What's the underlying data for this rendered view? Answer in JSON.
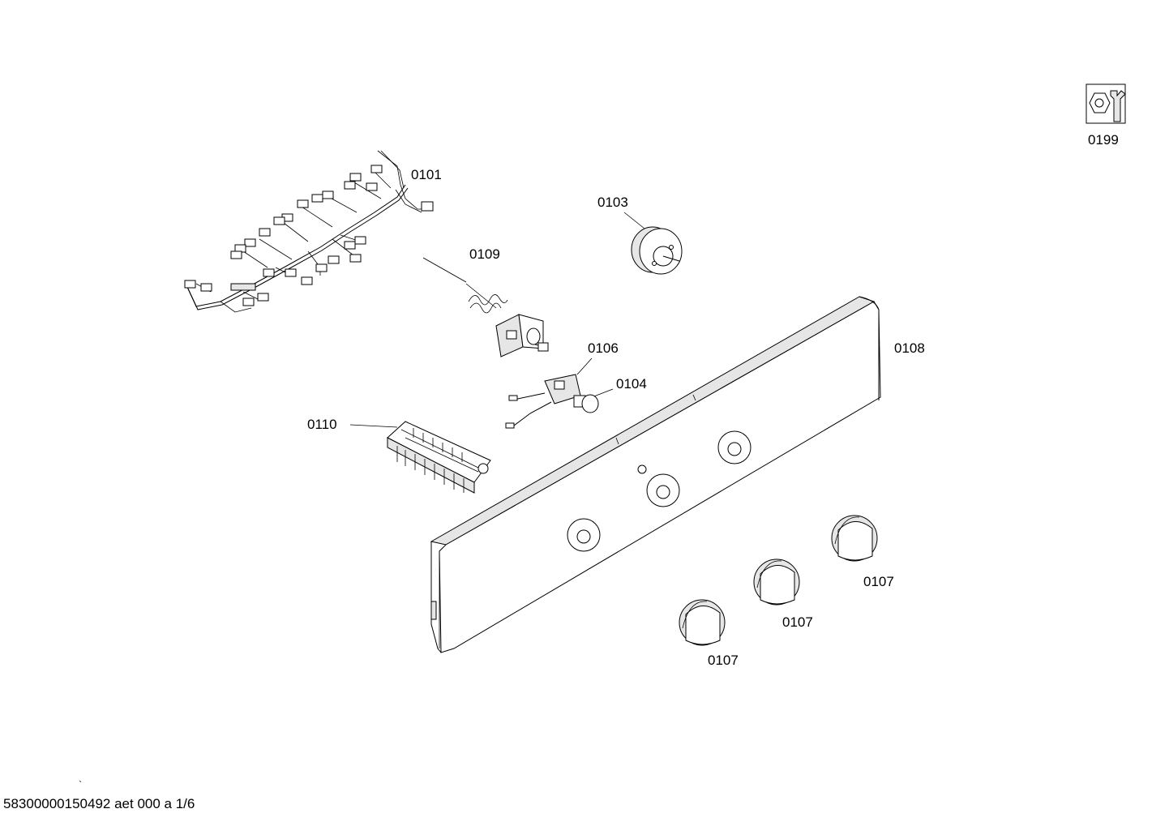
{
  "parts": {
    "p0101": "0101",
    "p0103": "0103",
    "p0104": "0104",
    "p0106": "0106",
    "p0107a": "0107",
    "p0107b": "0107",
    "p0107c": "0107",
    "p0108": "0108",
    "p0109": "0109",
    "p0110": "0110",
    "p0199": "0199"
  },
  "footer": {
    "document_id": "58300000150492 aet 000 a 1/6",
    "tick_mark": "`"
  },
  "icons": {
    "service_tool": "nut-and-wrench-icon"
  },
  "colors": {
    "line": "#000000",
    "background": "#ffffff",
    "shade": "#e6e6e6"
  }
}
